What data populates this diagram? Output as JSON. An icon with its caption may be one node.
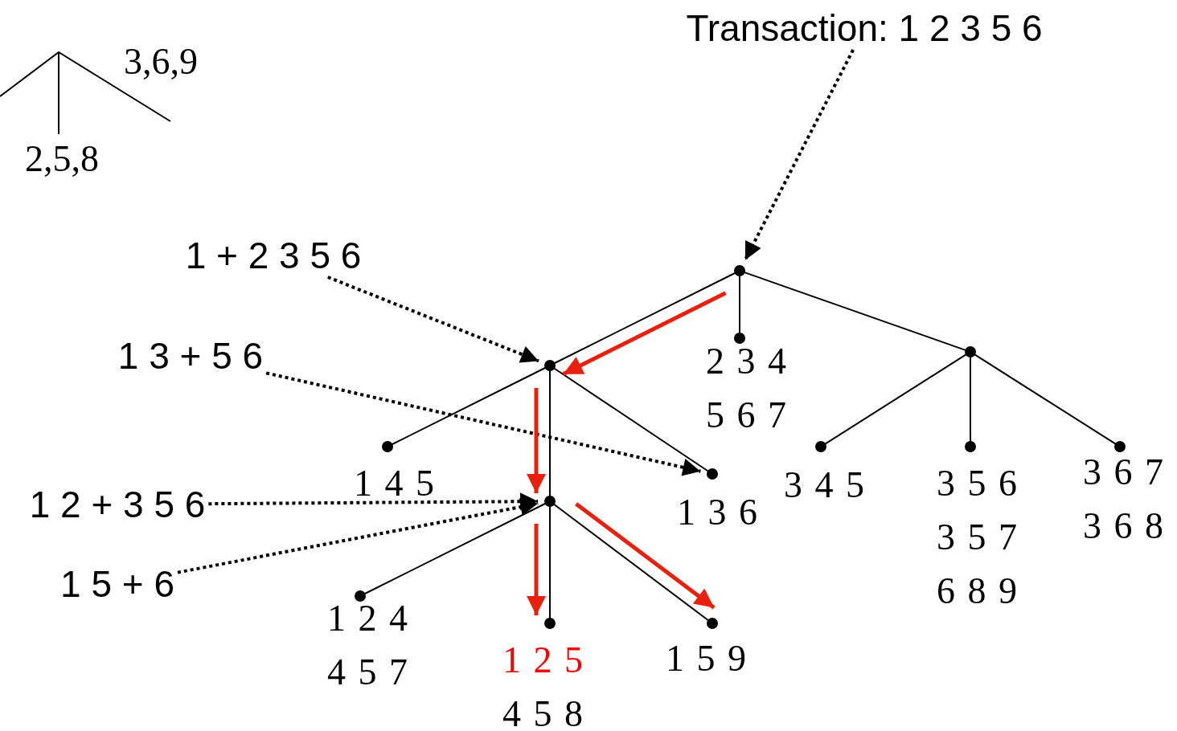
{
  "diagram": {
    "nodes": [
      {
        "text": [
          "Transaction: 1 2 3 5 6"
        ]
      },
      {
        "text": [],
        "shape": "circle"
      },
      {
        "text": [],
        "shape": "circle"
      },
      {
        "text": [],
        "shape": "circle",
        "beside": [
          "2 3 4",
          "5 6 7"
        ]
      },
      {
        "text": [],
        "shape": "circle"
      },
      {
        "text": [],
        "shape": "circle",
        "beside": [
          "1 4 5"
        ]
      },
      {
        "text": [],
        "shape": "circle"
      },
      {
        "text": [],
        "shape": "circle",
        "beside": [
          "1 3 6"
        ]
      },
      {
        "text": [],
        "shape": "circle",
        "beside": [
          "3 4 5"
        ]
      },
      {
        "text": [],
        "shape": "circle",
        "beside": [
          "3 5 6",
          "3 5 7",
          "6 8 9"
        ]
      },
      {
        "text": [],
        "shape": "circle",
        "beside": [
          "3 6 7",
          "3 6 8"
        ]
      },
      {
        "text": [],
        "shape": "circle",
        "beside": [
          "1 2 4",
          "4 5 7"
        ]
      },
      {
        "text": [],
        "shape": "circle",
        "beside": [
          "1 2 5",
          "4 5 8"
        ]
      },
      {
        "text": [],
        "shape": "circle",
        "beside": [
          "1 5 9"
        ]
      },
      {
        "text": [
          "1 + 2 3 5 6"
        ]
      },
      {
        "text": [
          "1 3 + 5 6"
        ]
      },
      {
        "text": [
          "1 2 + 3 5 6"
        ]
      },
      {
        "text": [
          "1 5 + 6"
        ]
      }
    ],
    "edges": [
      {
        "from": 1,
        "to": 2,
        "arrow": "none"
      },
      {
        "from": 1,
        "to": 3,
        "arrow": "none"
      },
      {
        "from": 1,
        "to": 4,
        "arrow": "none"
      },
      {
        "from": 2,
        "to": 5,
        "arrow": "none"
      },
      {
        "from": 2,
        "to": 6,
        "arrow": "none"
      },
      {
        "from": 2,
        "to": 7,
        "arrow": "none"
      },
      {
        "from": 4,
        "to": 8,
        "arrow": "none"
      },
      {
        "from": 4,
        "to": 9,
        "arrow": "none"
      },
      {
        "from": 4,
        "to": 10,
        "arrow": "none"
      },
      {
        "from": 6,
        "to": 11,
        "arrow": "none"
      },
      {
        "from": 6,
        "to": 12,
        "arrow": "none"
      },
      {
        "from": 6,
        "to": 13,
        "arrow": "none"
      },
      {
        "from": 0,
        "to": 1,
        "arrow": "to",
        "style": "dashed"
      },
      {
        "from": 14,
        "to": 2,
        "arrow": "to",
        "style": "dashed"
      },
      {
        "from": 15,
        "to": 7,
        "arrow": "to",
        "style": "dashed"
      },
      {
        "from": 16,
        "to": 6,
        "arrow": "to",
        "style": "dashed"
      },
      {
        "from": 17,
        "to": 6,
        "arrow": "to",
        "style": "dashed"
      },
      {
        "from": 1,
        "to": 2,
        "arrow": "to",
        "style": "thick",
        "color": "#e8210f"
      },
      {
        "from": 2,
        "to": 6,
        "arrow": "to",
        "style": "thick",
        "color": "#e8210f"
      },
      {
        "from": 6,
        "to": 12,
        "arrow": "to",
        "style": "thick",
        "color": "#e8210f"
      },
      {
        "from": 6,
        "to": 13,
        "arrow": "to",
        "style": "thick",
        "color": "#e8210f"
      }
    ],
    "labels": [
      "3,6,9",
      "2,5,8"
    ]
  }
}
